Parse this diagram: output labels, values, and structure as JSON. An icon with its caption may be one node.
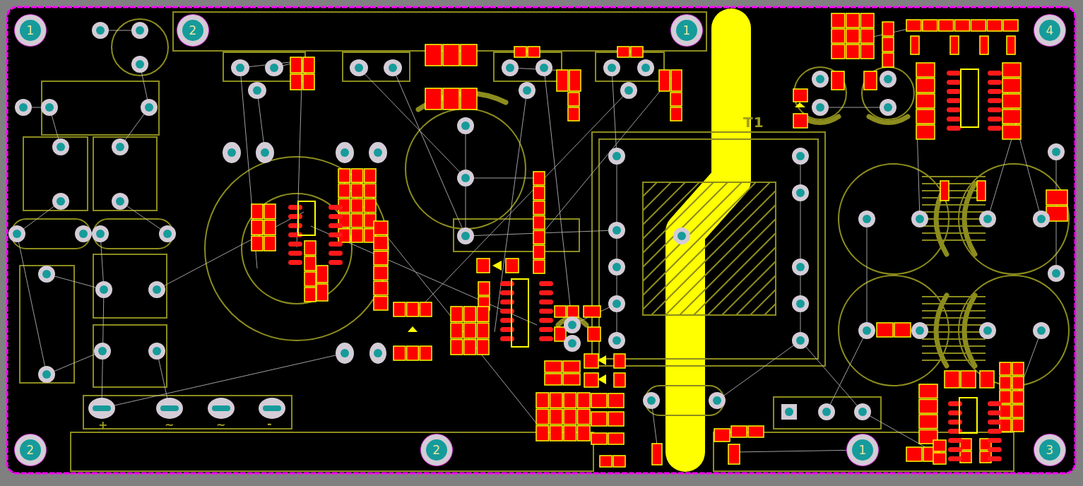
{
  "diagram": {
    "nodes": [
      {
        "text": [
          "1"
        ]
      },
      {
        "text": [
          "2"
        ]
      },
      {
        "text": [
          "1"
        ]
      },
      {
        "text": [
          "4"
        ]
      },
      {
        "text": [
          "2"
        ]
      },
      {
        "text": [
          "2"
        ]
      },
      {
        "text": [
          "1"
        ]
      },
      {
        "text": [
          "3"
        ]
      }
    ],
    "labels": [
      "T1",
      "+",
      "~",
      "~",
      "-"
    ]
  }
}
